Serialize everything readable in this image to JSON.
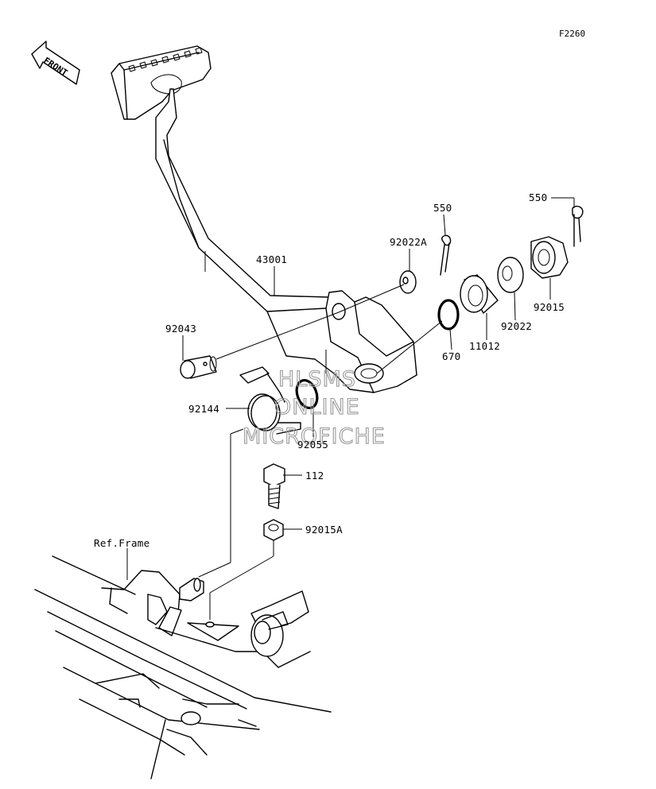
{
  "diagram_code": "F2260",
  "front_arrow_label": "FRONT",
  "ref_frame_label": "Ref.Frame",
  "watermark": [
    "HLSMS",
    "ONLINE",
    "MICROFICHE"
  ],
  "parts": {
    "p43001": "43001",
    "p92022A": "92022A",
    "p550a": "550",
    "p550b": "550",
    "p92015": "92015",
    "p92022": "92022",
    "p11012": "11012",
    "p670": "670",
    "p92043": "92043",
    "p92144": "92144",
    "p92055": "92055",
    "p112": "112",
    "p92015A": "92015A"
  }
}
